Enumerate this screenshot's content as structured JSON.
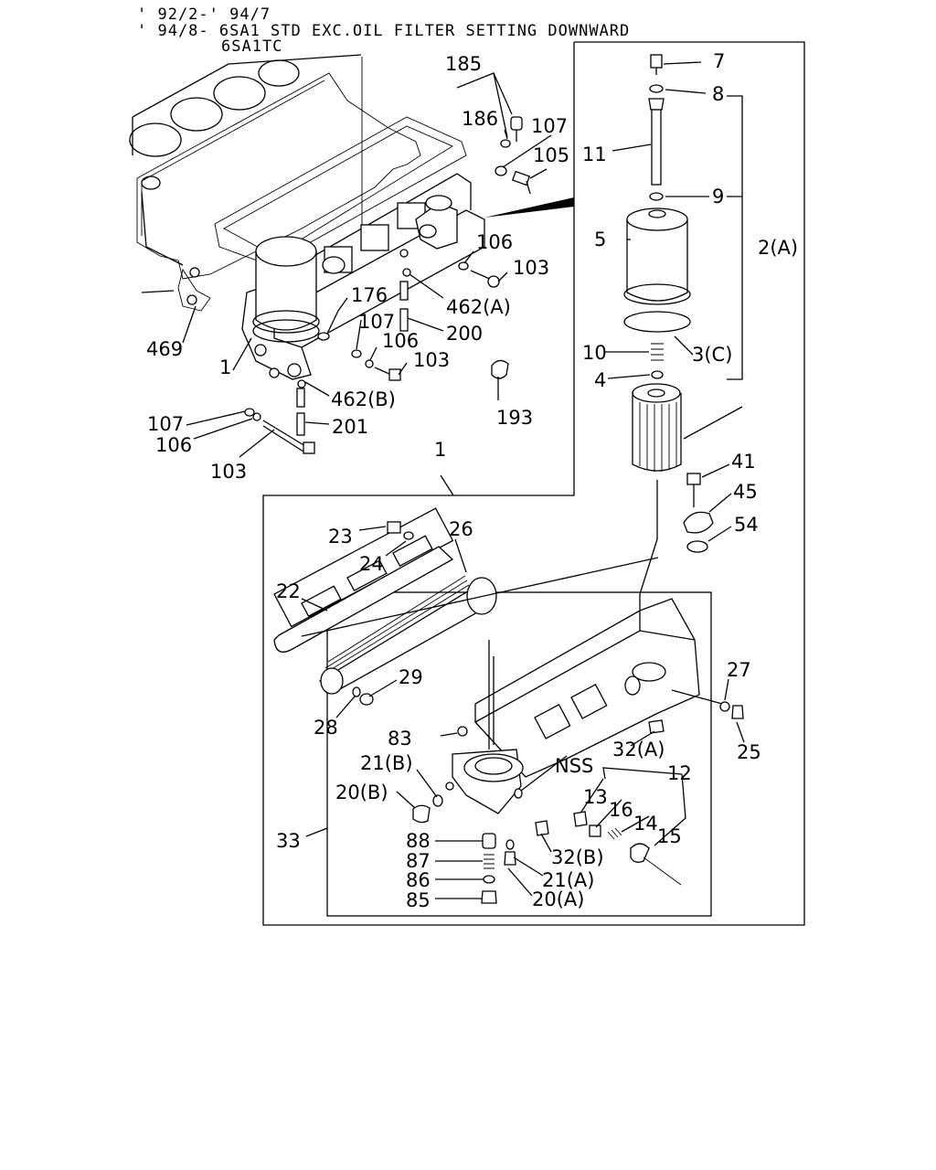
{
  "header": {
    "line1": "' 92/2-' 94/7",
    "line2": "' 94/8- 6SA1 STD EXC.OIL FILTER SETTING DOWNWARD",
    "line3": "6SA1TC"
  },
  "labels": [
    {
      "id": "185",
      "text": "185"
    },
    {
      "id": "186",
      "text": "186"
    },
    {
      "id": "107a",
      "text": "107"
    },
    {
      "id": "105",
      "text": "105"
    },
    {
      "id": "106a",
      "text": "106"
    },
    {
      "id": "103a",
      "text": "103"
    },
    {
      "id": "462a",
      "text": "462(A)"
    },
    {
      "id": "200",
      "text": "200"
    },
    {
      "id": "176",
      "text": "176"
    },
    {
      "id": "107b",
      "text": "107"
    },
    {
      "id": "106b",
      "text": "106"
    },
    {
      "id": "103b",
      "text": "103"
    },
    {
      "id": "462b",
      "text": "462(B)"
    },
    {
      "id": "469",
      "text": "469"
    },
    {
      "id": "1a",
      "text": "1"
    },
    {
      "id": "107c",
      "text": "107"
    },
    {
      "id": "106c",
      "text": "106"
    },
    {
      "id": "103c",
      "text": "103"
    },
    {
      "id": "201",
      "text": "201"
    },
    {
      "id": "193",
      "text": "193"
    },
    {
      "id": "1b",
      "text": "1"
    },
    {
      "id": "7",
      "text": "7"
    },
    {
      "id": "8",
      "text": "8"
    },
    {
      "id": "11",
      "text": "11"
    },
    {
      "id": "9",
      "text": "9"
    },
    {
      "id": "5",
      "text": "5"
    },
    {
      "id": "2a",
      "text": "2(A)"
    },
    {
      "id": "3c",
      "text": "3(C)"
    },
    {
      "id": "10",
      "text": "10"
    },
    {
      "id": "4",
      "text": "4"
    },
    {
      "id": "41",
      "text": "41"
    },
    {
      "id": "45",
      "text": "45"
    },
    {
      "id": "54",
      "text": "54"
    },
    {
      "id": "23",
      "text": "23"
    },
    {
      "id": "24",
      "text": "24"
    },
    {
      "id": "26",
      "text": "26"
    },
    {
      "id": "22",
      "text": "22"
    },
    {
      "id": "29",
      "text": "29"
    },
    {
      "id": "28",
      "text": "28"
    },
    {
      "id": "27",
      "text": "27"
    },
    {
      "id": "25",
      "text": "25"
    },
    {
      "id": "83",
      "text": "83"
    },
    {
      "id": "32a",
      "text": "32(A)"
    },
    {
      "id": "21b",
      "text": "21(B)"
    },
    {
      "id": "20b",
      "text": "20(B)"
    },
    {
      "id": "nss",
      "text": "NSS"
    },
    {
      "id": "12",
      "text": "12"
    },
    {
      "id": "13",
      "text": "13"
    },
    {
      "id": "16",
      "text": "16"
    },
    {
      "id": "14",
      "text": "14"
    },
    {
      "id": "15",
      "text": "15"
    },
    {
      "id": "33",
      "text": "33"
    },
    {
      "id": "88",
      "text": "88"
    },
    {
      "id": "87",
      "text": "87"
    },
    {
      "id": "86",
      "text": "86"
    },
    {
      "id": "85",
      "text": "85"
    },
    {
      "id": "32b",
      "text": "32(B)"
    },
    {
      "id": "21a",
      "text": "21(A)"
    },
    {
      "id": "20a",
      "text": "20(A)"
    }
  ]
}
